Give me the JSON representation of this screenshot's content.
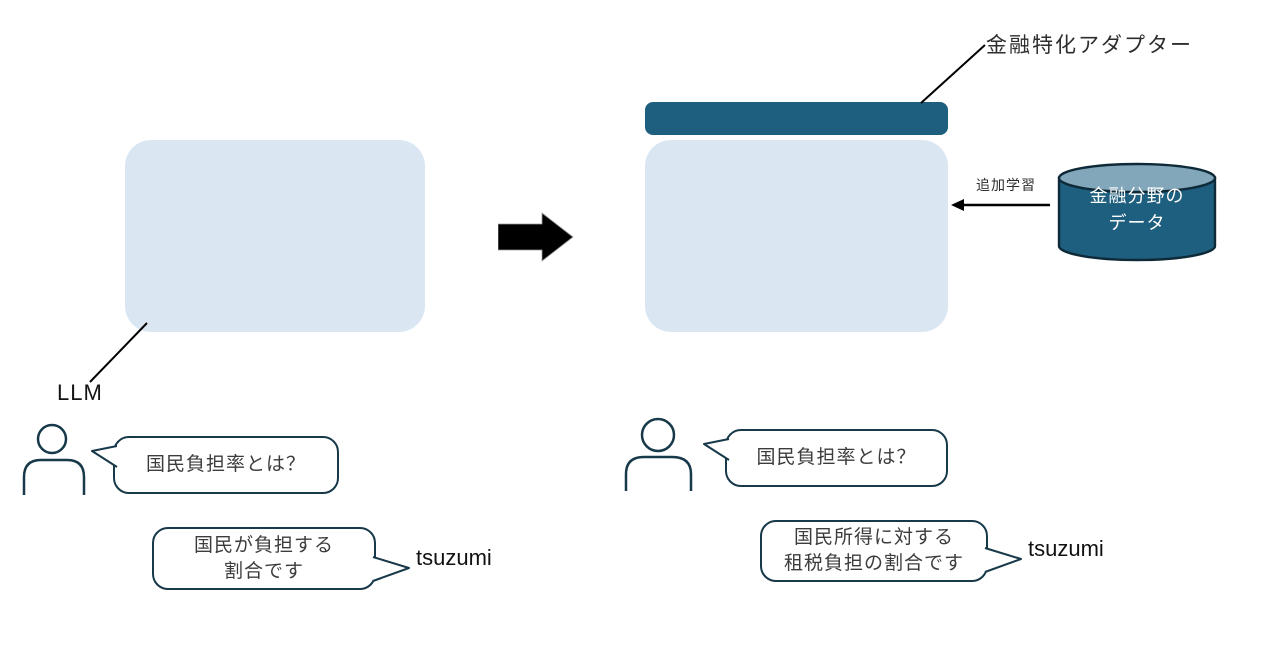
{
  "diagram": {
    "before": {
      "model_label": "LLM",
      "user_question": "国民負担率とは？",
      "answer_line1": "国民が負担する",
      "answer_line2": "割合です",
      "responder_label": "tsuzumi"
    },
    "after": {
      "adapter_label": "金融特化アダプター",
      "training_label": "追加学習",
      "database_line1": "金融分野の",
      "database_line2": "データ",
      "user_question": "国民負担率とは？",
      "answer_line1": "国民所得に対する",
      "answer_line2": "租税負担の割合です",
      "responder_label": "tsuzumi"
    },
    "colors": {
      "accent_dark_teal": "#1e5e7e",
      "model_fill_light_blue": "#dbe6f3",
      "cylinder_top": "#82a7ba",
      "outline_dark": "#17394a",
      "arrow_black": "#000000"
    }
  }
}
